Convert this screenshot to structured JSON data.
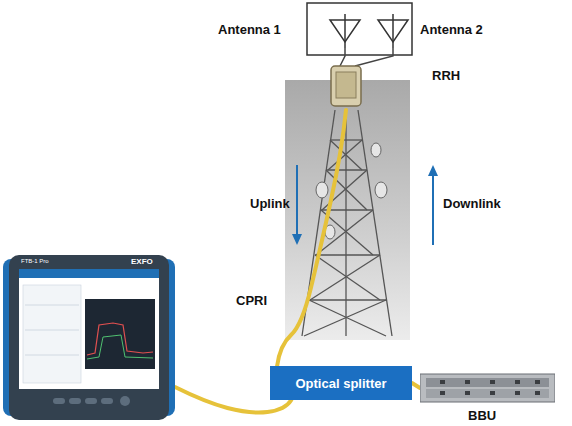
{
  "diagram": {
    "nodes": [
      {
        "text": [
          "RRH"
        ]
      },
      {
        "text": [
          "FTB-1 Pro",
          "EXFO"
        ]
      },
      {
        "text": [
          "Optical splitter"
        ]
      },
      {
        "text": [
          "BBU"
        ]
      }
    ],
    "edges": [
      {
        "from": 0,
        "to": 2,
        "label": "CPRI",
        "arrow": "none"
      },
      {
        "from": 2,
        "to": 3,
        "arrow": "none"
      },
      {
        "from": 1,
        "to": 2,
        "arrow": "none"
      }
    ],
    "labels": [
      "Antenna 1",
      "Antenna 2",
      "Uplink",
      "Downlink"
    ]
  }
}
